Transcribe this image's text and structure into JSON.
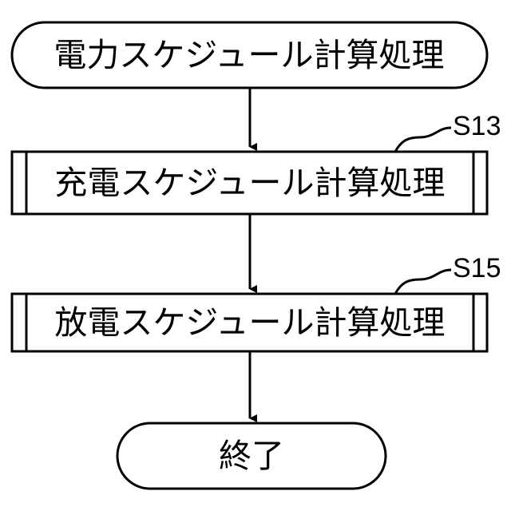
{
  "flowchart": {
    "start": {
      "label": "電力スケジュール計算処理"
    },
    "steps": [
      {
        "step_id": "S13",
        "label": "充電スケジュール計算処理"
      },
      {
        "step_id": "S15",
        "label": "放電スケジュール計算処理"
      }
    ],
    "end": {
      "label": "終了"
    }
  },
  "colors": {
    "stroke": "#000000",
    "background": "#ffffff"
  }
}
